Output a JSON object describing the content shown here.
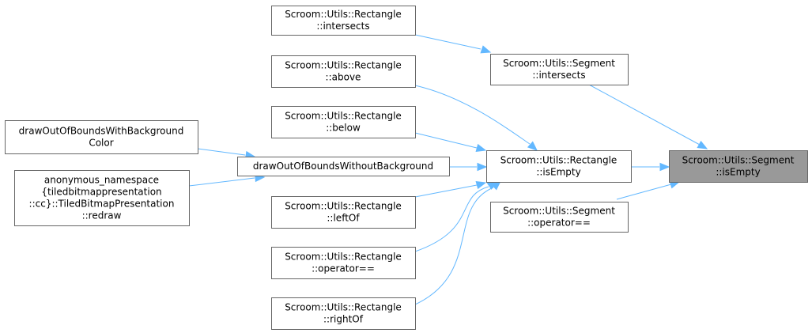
{
  "nodes": {
    "rect_intersects": [
      "Scroom::Utils::Rectangle",
      "::intersects"
    ],
    "rect_above": [
      "Scroom::Utils::Rectangle",
      "::above"
    ],
    "rect_below": [
      "Scroom::Utils::Rectangle",
      "::below"
    ],
    "rect_leftof": [
      "Scroom::Utils::Rectangle",
      "::leftOf"
    ],
    "rect_operator_eq": [
      "Scroom::Utils::Rectangle",
      "::operator=="
    ],
    "rect_rightof": [
      "Scroom::Utils::Rectangle",
      "::rightOf"
    ],
    "seg_intersects": [
      "Scroom::Utils::Segment",
      "::intersects"
    ],
    "rect_isempty": [
      "Scroom::Utils::Rectangle",
      "::isEmpty"
    ],
    "seg_operator_eq": [
      "Scroom::Utils::Segment",
      "::operator=="
    ],
    "seg_isempty": [
      "Scroom::Utils::Segment",
      "::isEmpty"
    ],
    "draw_with_bg": [
      "drawOutOfBoundsWithBackground",
      "Color"
    ],
    "draw_without_bg": [
      "drawOutOfBoundsWithoutBackground"
    ],
    "redraw": [
      "anonymous_namespace",
      "{tiledbitmappresentation",
      "::cc}::TiledBitmapPresentation",
      "::redraw"
    ]
  },
  "focus_node": "seg_isempty",
  "edges": [
    {
      "from": "rect_intersects",
      "to": "seg_intersects"
    },
    {
      "from": "seg_intersects",
      "to": "seg_isempty"
    },
    {
      "from": "rect_isempty",
      "to": "seg_isempty"
    },
    {
      "from": "seg_operator_eq",
      "to": "seg_isempty"
    },
    {
      "from": "rect_above",
      "to": "rect_isempty"
    },
    {
      "from": "rect_below",
      "to": "rect_isempty"
    },
    {
      "from": "draw_without_bg",
      "to": "rect_isempty"
    },
    {
      "from": "rect_leftof",
      "to": "rect_isempty"
    },
    {
      "from": "rect_operator_eq",
      "to": "rect_isempty"
    },
    {
      "from": "rect_rightof",
      "to": "rect_isempty"
    },
    {
      "from": "draw_with_bg",
      "to": "draw_without_bg"
    },
    {
      "from": "redraw",
      "to": "draw_without_bg"
    }
  ],
  "colors": {
    "edge": "#63b8ff",
    "node_border": "#666666",
    "focus_fill": "#999999"
  }
}
